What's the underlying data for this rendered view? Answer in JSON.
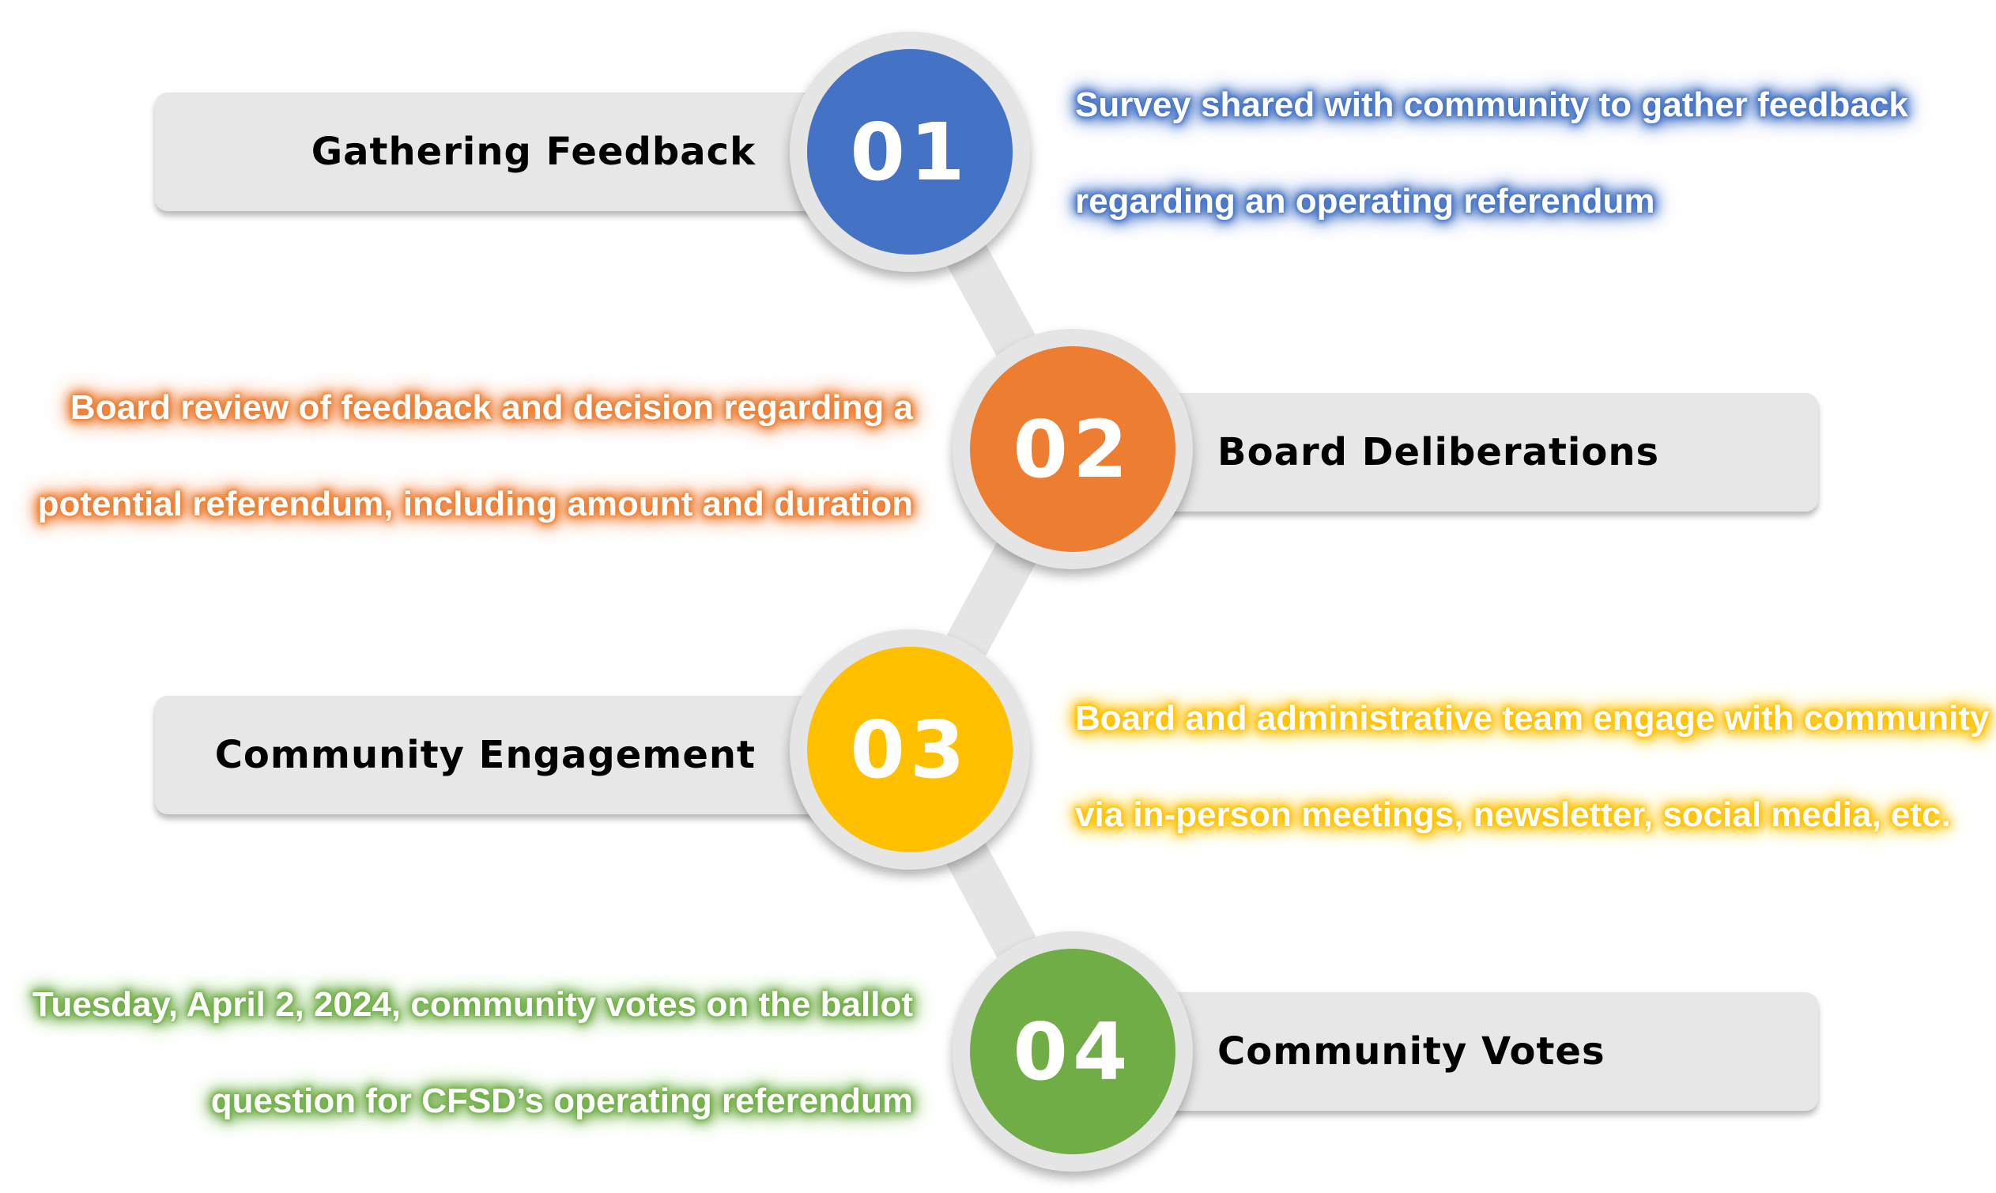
{
  "steps": [
    {
      "number": "01",
      "title": "Gathering Feedback",
      "description": [
        "Survey shared with community to gather feedback",
        "regarding an operating referendum"
      ],
      "color": "#4472c4"
    },
    {
      "number": "02",
      "title": "Board Deliberations",
      "description": [
        "Board review of feedback and decision regarding a",
        "potential referendum, including amount and duration"
      ],
      "color": "#ed7d31"
    },
    {
      "number": "03",
      "title": "Community Engagement",
      "description": [
        "Board and administrative team engage with community",
        "via in-person meetings, newsletter, social media, etc."
      ],
      "color": "#ffc000"
    },
    {
      "number": "04",
      "title": "Community Votes",
      "description": [
        "Tuesday, April 2, 2024, community votes on the ballot",
        "question for CFSD’s operating referendum"
      ],
      "color": "#70ad47"
    }
  ]
}
